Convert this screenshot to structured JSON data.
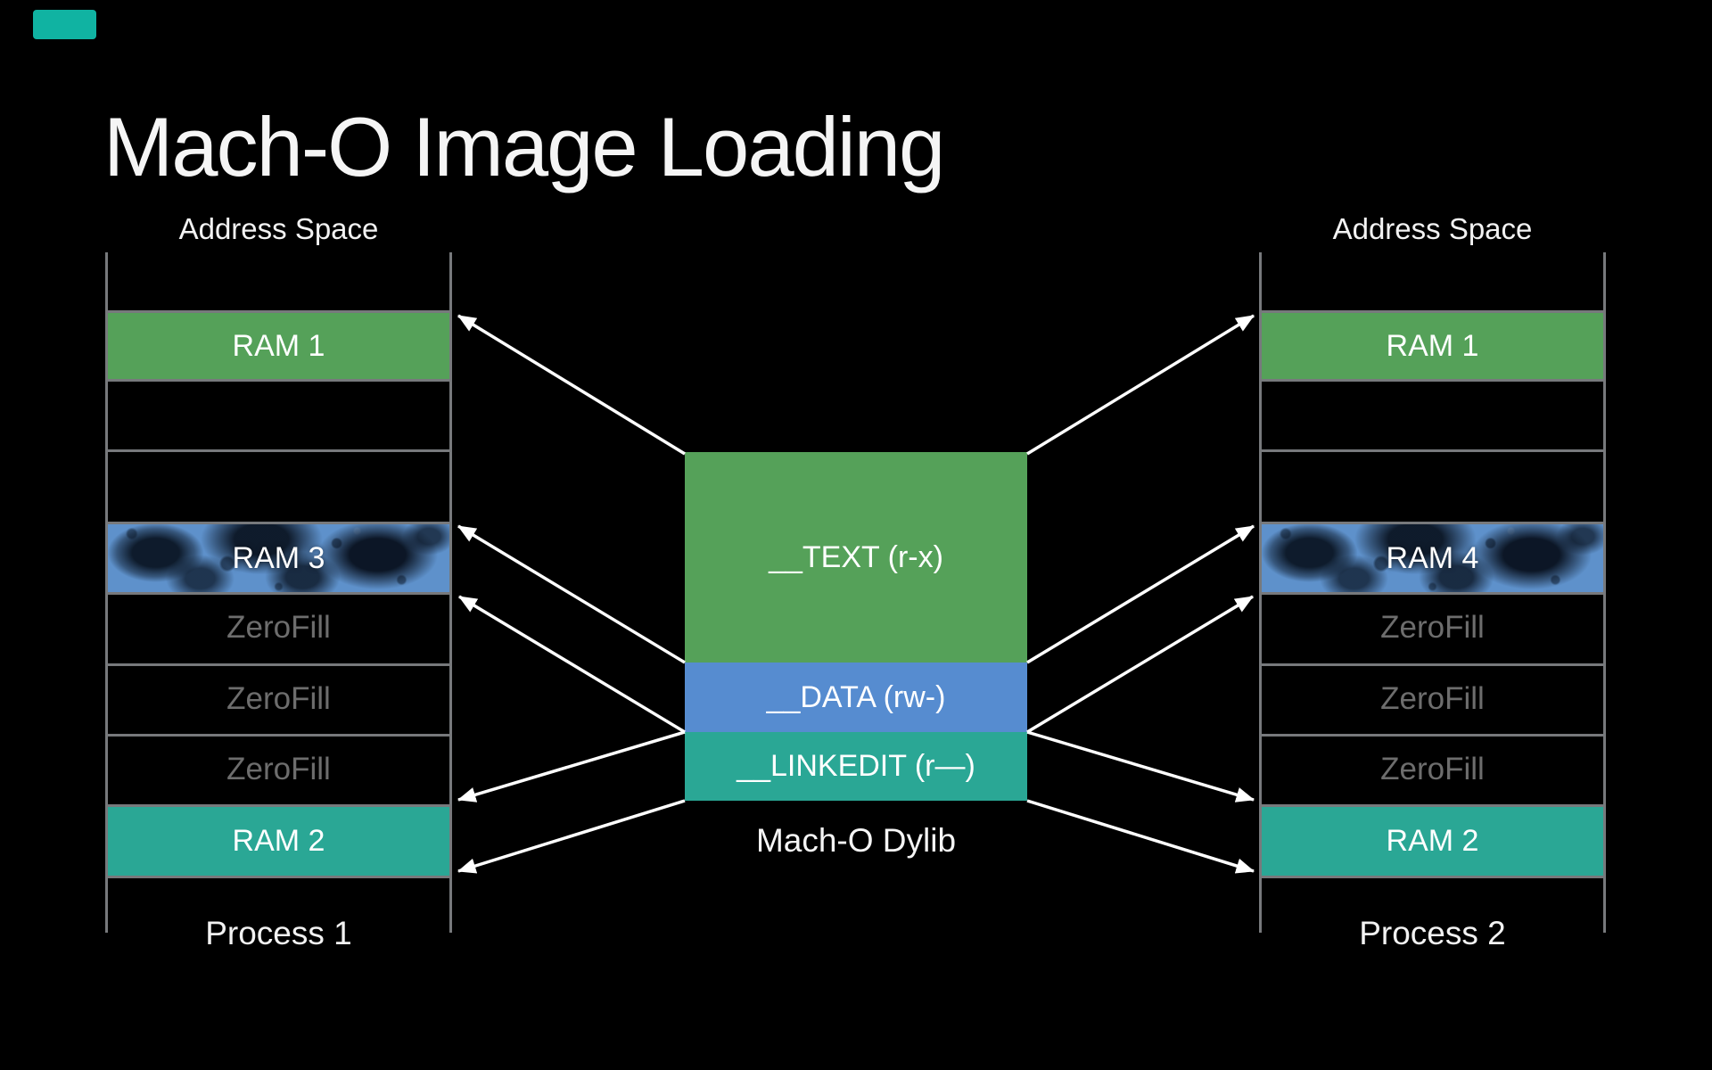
{
  "title": "Mach-O Image Loading",
  "left_panel": {
    "header": "Address Space",
    "footer": "Process 1",
    "rows": [
      {
        "label": "RAM 1",
        "kind": "mapped-text-segment"
      },
      {
        "label": "RAM 3",
        "kind": "mapped-data-segment-dirty"
      },
      {
        "label": "ZeroFill",
        "kind": "zerofill"
      },
      {
        "label": "ZeroFill",
        "kind": "zerofill"
      },
      {
        "label": "ZeroFill",
        "kind": "zerofill"
      },
      {
        "label": "RAM 2",
        "kind": "mapped-linkedit-segment"
      }
    ]
  },
  "right_panel": {
    "header": "Address Space",
    "footer": "Process 2",
    "rows": [
      {
        "label": "RAM 1",
        "kind": "mapped-text-segment"
      },
      {
        "label": "RAM 4",
        "kind": "mapped-data-segment-dirty"
      },
      {
        "label": "ZeroFill",
        "kind": "zerofill"
      },
      {
        "label": "ZeroFill",
        "kind": "zerofill"
      },
      {
        "label": "ZeroFill",
        "kind": "zerofill"
      },
      {
        "label": "RAM 2",
        "kind": "mapped-linkedit-segment"
      }
    ]
  },
  "dylib": {
    "caption": "Mach-O Dylib",
    "segments": [
      {
        "label": "__TEXT (r-x)"
      },
      {
        "label": "__DATA (rw-)"
      },
      {
        "label": "__LINKEDIT (r—)"
      }
    ]
  },
  "colors": {
    "background": "#000000",
    "text_segment_green": "#55a159",
    "data_segment_blue": "#568cd0",
    "linkedit_segment_teal": "#2aa795",
    "dirty_page_blue": "#5e91cb",
    "ladder_line_gray": "#77797c",
    "zerofill_text_gray": "#6d6d6d",
    "arrow_white": "#ffffff",
    "corner_marker_teal": "#10b3a2"
  }
}
